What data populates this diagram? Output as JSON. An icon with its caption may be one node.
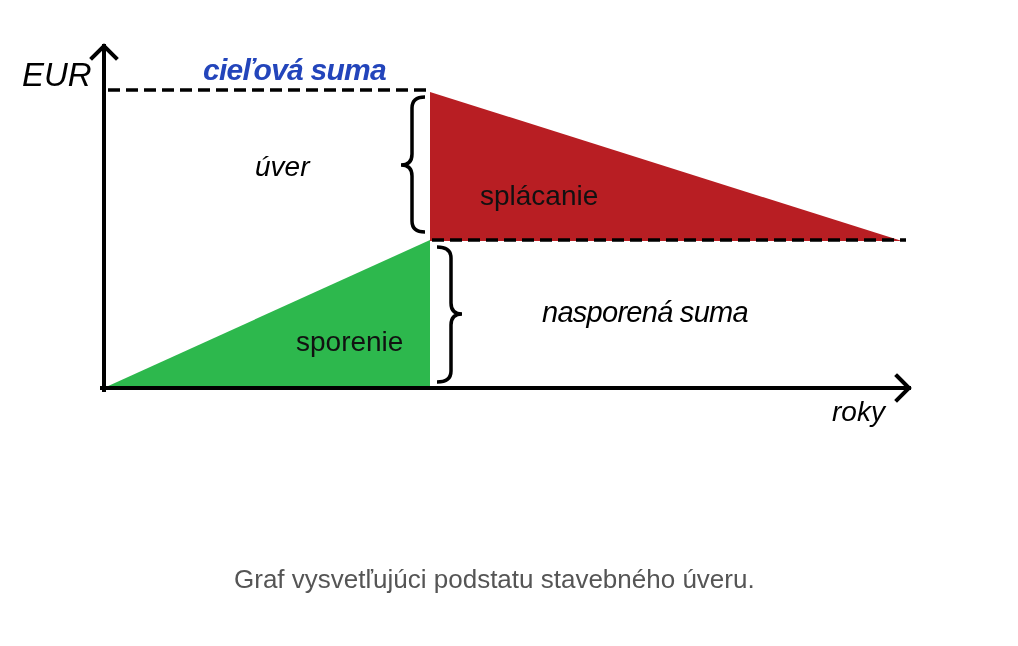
{
  "diagram": {
    "caption": "Graf vysvetľujúci podstatu stavebného úveru.",
    "nodes": [
      {
        "text": [
          "splácanie"
        ]
      },
      {
        "text": [
          "sporenie"
        ]
      }
    ],
    "labels": [
      "EUR",
      "cieľová suma",
      "úver",
      "nasporená suma",
      "roky"
    ]
  }
}
